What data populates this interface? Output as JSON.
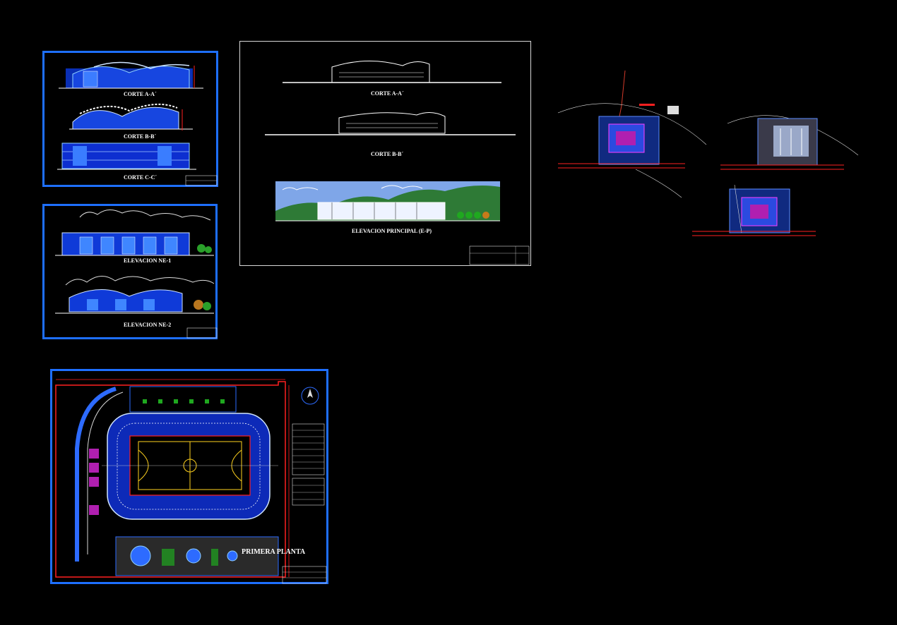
{
  "sheets": {
    "sections_sheet": {
      "labels": [
        "CORTE A-A´",
        "CORTE B-B´",
        "CORTE C-C´"
      ]
    },
    "elevations_sheet": {
      "labels": [
        "ELEVACION NE-1",
        "ELEVACION NE-2"
      ]
    },
    "main_sheet": {
      "labels": [
        "CORTE A-A´",
        "CORTE B-B´",
        "ELEVACION PRINCIPAL (E-P)"
      ]
    },
    "floor_plan": {
      "title": "PRIMERA PLANTA"
    }
  },
  "colors": {
    "background": "#000000",
    "frame_blue": "#1e6fff",
    "line_red": "#ff2020",
    "line_white": "#ffffff",
    "fill_blue": "#1030c8",
    "sky_blue": "#8fb8ff",
    "green": "#2aa02a",
    "magenta": "#ff3cff"
  }
}
